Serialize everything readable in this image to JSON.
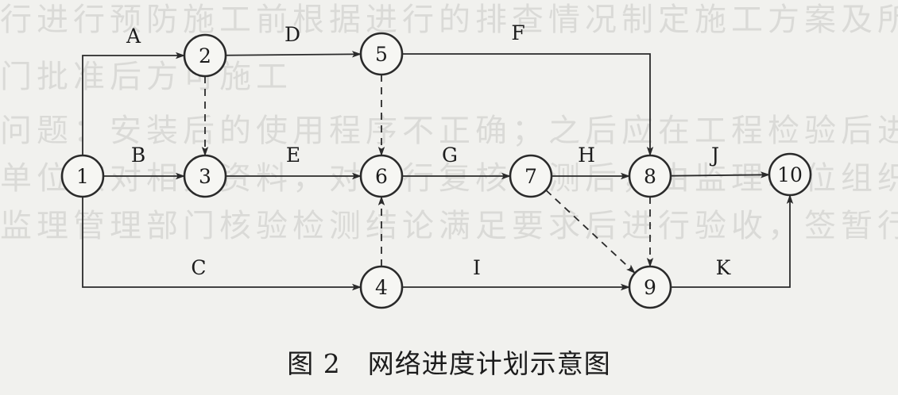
{
  "bleed_lines": [
    "行进行预防施工前根据进行的排查情况制定施工方案及所在",
    "门批准后方可施工",
    "问题：安装后的使用程序不正确；之后应在工程检验后进行接",
    "单位核对相关资料，对进行复核检测后，由监理单位组织验收",
    "监理管理部门核验检测结论满足要求后进行验收，签暂行"
  ],
  "nodes": [
    {
      "id": "1",
      "label": "1"
    },
    {
      "id": "2",
      "label": "2"
    },
    {
      "id": "3",
      "label": "3"
    },
    {
      "id": "4",
      "label": "4"
    },
    {
      "id": "5",
      "label": "5"
    },
    {
      "id": "6",
      "label": "6"
    },
    {
      "id": "7",
      "label": "7"
    },
    {
      "id": "8",
      "label": "8"
    },
    {
      "id": "9",
      "label": "9"
    },
    {
      "id": "10",
      "label": "10"
    }
  ],
  "activities": [
    {
      "label": "A",
      "from": "1",
      "to": "2"
    },
    {
      "label": "B",
      "from": "1",
      "to": "3"
    },
    {
      "label": "C",
      "from": "1",
      "to": "4"
    },
    {
      "label": "D",
      "from": "2",
      "to": "5"
    },
    {
      "label": "E",
      "from": "3",
      "to": "6"
    },
    {
      "label": "F",
      "from": "5",
      "to": "8"
    },
    {
      "label": "G",
      "from": "6",
      "to": "7"
    },
    {
      "label": "H",
      "from": "7",
      "to": "8"
    },
    {
      "label": "I",
      "from": "4",
      "to": "9"
    },
    {
      "label": "J",
      "from": "8",
      "to": "10"
    },
    {
      "label": "K",
      "from": "9",
      "to": "10"
    }
  ],
  "dummy_activities": [
    {
      "from": "2",
      "to": "3"
    },
    {
      "from": "5",
      "to": "6"
    },
    {
      "from": "4",
      "to": "6"
    },
    {
      "from": "7",
      "to": "9"
    },
    {
      "from": "8",
      "to": "9"
    }
  ],
  "caption": "图 2　网络进度计划示意图"
}
